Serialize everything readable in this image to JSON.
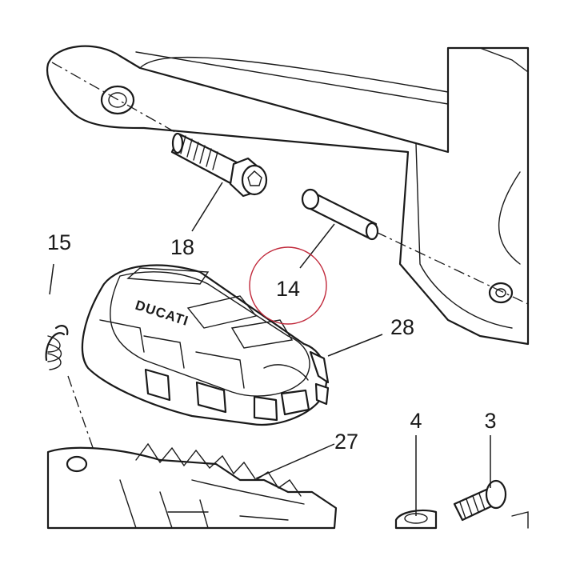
{
  "callouts": {
    "c18": "18",
    "c15": "15",
    "c14": "14",
    "c28": "28",
    "c4": "4",
    "c3": "3",
    "c27": "27"
  },
  "logo_text": "DUCATI",
  "colors": {
    "line": "#1a1a1a",
    "highlight_circle": "#c0283a",
    "background": "#ffffff"
  }
}
